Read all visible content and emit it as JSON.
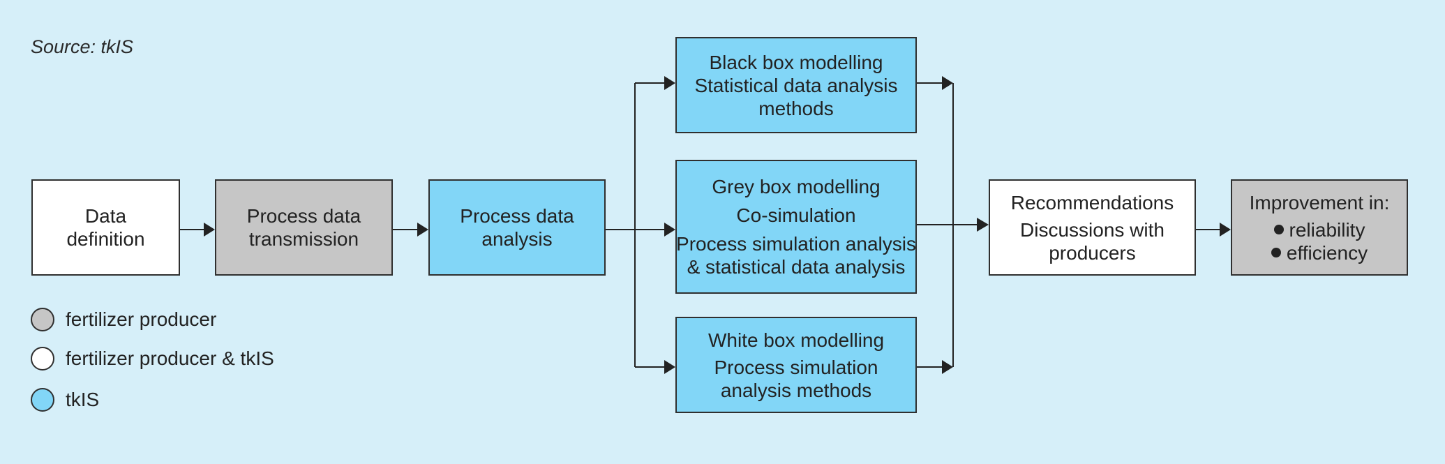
{
  "source": "Source: tkIS",
  "colors": {
    "background": "#d6eff9",
    "fertilizer_producer": "#c6c6c6",
    "fertilizer_producer_and_tkis": "#ffffff",
    "tkis": "#82d6f7"
  },
  "boxes": {
    "data_definition": {
      "lines": [
        "Data",
        "definition"
      ]
    },
    "process_data_transmission": {
      "lines": [
        "Process data",
        "transmission"
      ]
    },
    "process_data_analysis": {
      "lines": [
        "Process data",
        "analysis"
      ]
    },
    "black_box": {
      "lines": [
        "Black box modelling",
        "Statistical data analysis",
        "methods"
      ]
    },
    "grey_box": {
      "lines": [
        "Grey box modelling",
        "Co-simulation",
        "Process simulation analysis",
        "& statistical data analysis"
      ]
    },
    "white_box": {
      "lines": [
        "White box modelling",
        "Process simulation",
        "analysis methods"
      ]
    },
    "recommendations": {
      "lines": [
        "Recommendations",
        "Discussions with",
        "producers"
      ]
    },
    "improvement": {
      "title": "Improvement in:",
      "bullets": [
        "reliability",
        "efficiency"
      ]
    }
  },
  "legend": [
    {
      "label": "fertilizer producer"
    },
    {
      "label": "fertilizer producer & tkIS"
    },
    {
      "label": "tkIS"
    }
  ]
}
